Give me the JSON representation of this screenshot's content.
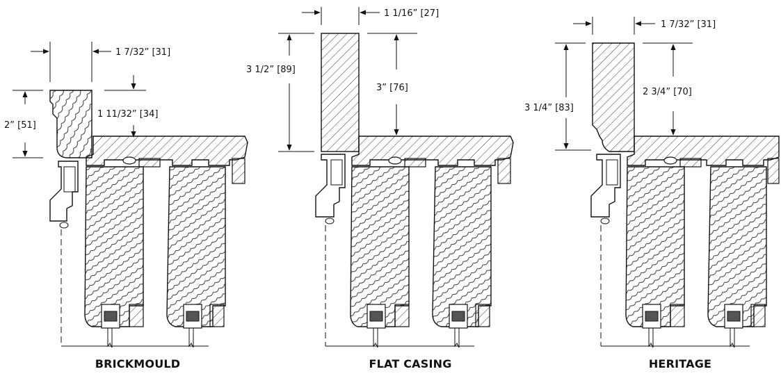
{
  "profiles": [
    {
      "name": "BRICKMOULD",
      "dims": {
        "width": "1 7/32” [31]",
        "height": "2” [51]",
        "projection": "1 11/32” [34]"
      }
    },
    {
      "name": "FLAT CASING",
      "dims": {
        "width": "1 1/16” [27]",
        "height": "3 1/2” [89]",
        "projection": "3” [76]"
      }
    },
    {
      "name": "HERITAGE",
      "dims": {
        "width": "1 7/32” [31]",
        "height": "3 1/4” [83]",
        "projection": "2 3/4” [70]"
      }
    }
  ]
}
